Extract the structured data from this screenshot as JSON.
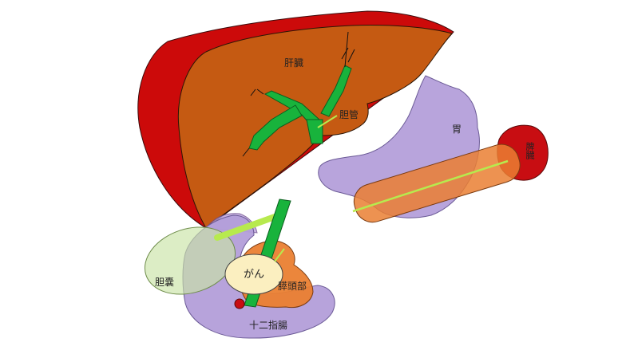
{
  "labels": {
    "liver": "肝臓",
    "bile_duct": "胆管",
    "stomach": "胃",
    "spleen": "脾臓",
    "gallbladder": "胆嚢",
    "cancer": "がん",
    "pancreas_head": "膵頭部",
    "duodenum": "十二指腸"
  },
  "colors": {
    "liver_dark": "#cc0a0a",
    "liver_main": "#c55a12",
    "bile_duct": "#18b33c",
    "stomach": "#b09ad8",
    "pancreas": "#ea7f32",
    "spleen": "#c80d12",
    "gallbladder": "#c9e3a6",
    "duodenum": "#b39ed9",
    "cancer": "#fbefc0",
    "pointer": "#b7ea4e"
  }
}
